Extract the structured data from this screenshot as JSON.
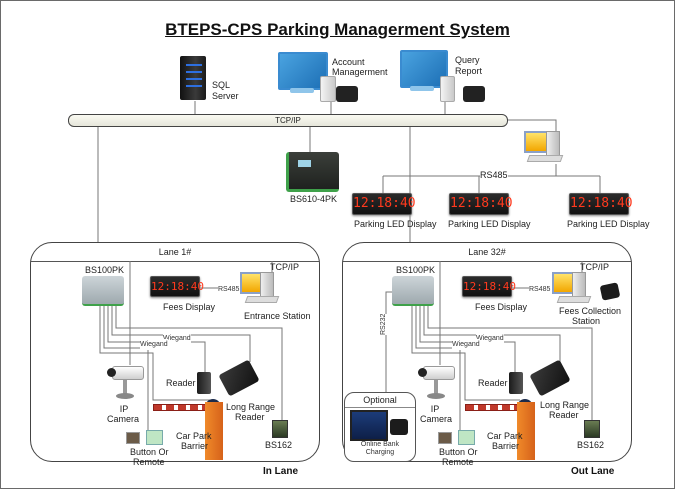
{
  "title": "BTEPS-CPS Parking Managerment System",
  "network": {
    "bus_label": "TCP/IP",
    "rs485_label": "RS485",
    "controller_label": "BS610-4PK"
  },
  "top_devices": [
    {
      "name": "sql-server",
      "label_line1": "SQL",
      "label_line2": "Server"
    },
    {
      "name": "account-management",
      "label_line1": "Account",
      "label_line2": "Managerment"
    },
    {
      "name": "query-report",
      "label_line1": "Query",
      "label_line2": "Report"
    }
  ],
  "parking_displays": [
    {
      "label": "Parking LED Display",
      "digits": "12:18:40"
    },
    {
      "label": "Parking LED Display",
      "digits": "12:18:40"
    },
    {
      "label": "Parking LED Display",
      "digits": "12:18:40"
    }
  ],
  "lanes": [
    {
      "header": "Lane 1#",
      "footer": "In Lane",
      "controller": "BS100PK",
      "fees_display": {
        "label": "Fees Display",
        "digits": "12:18:40"
      },
      "rs485": "RS485",
      "tcpip": "TCP/IP",
      "station_line1": "Entrance Station",
      "station_line2": "",
      "wiegand_1": "Wiegand",
      "wiegand_2": "Wiegand",
      "camera_line1": "IP",
      "camera_line2": "Camera",
      "reader": "Reader",
      "long_range_line1": "Long Range",
      "long_range_line2": "Reader",
      "barrier_line1": "Car Park",
      "barrier_line2": "Barrier",
      "button_line1": "Button Or",
      "button_line2": "Remote",
      "bs162": "BS162"
    },
    {
      "header": "Lane 32#",
      "footer": "Out Lane",
      "controller": "BS100PK",
      "fees_display": {
        "label": "Fees Display",
        "digits": "12:18:40"
      },
      "rs485": "RS485",
      "tcpip": "TCP/IP",
      "station_line1": "Fees Collection",
      "station_line2": "Station",
      "wiegand_1": "Wiegand",
      "wiegand_2": "Wiegand",
      "camera_line1": "IP",
      "camera_line2": "Camera",
      "reader": "Reader",
      "long_range_line1": "Long Range",
      "long_range_line2": "Reader",
      "barrier_line1": "Car Park",
      "barrier_line2": "Barrier",
      "button_line1": "Button Or",
      "button_line2": "Remote",
      "bs162": "BS162",
      "rs232": "RS232",
      "optional": {
        "header": "Optional",
        "line1": "Online Bank",
        "line2": "Charging"
      }
    }
  ],
  "colors": {
    "led_digits": "#ff3a1e",
    "barrier_orange": "#e8761c",
    "wire": "#777777",
    "monitor_blue": "#2a7fc0"
  }
}
